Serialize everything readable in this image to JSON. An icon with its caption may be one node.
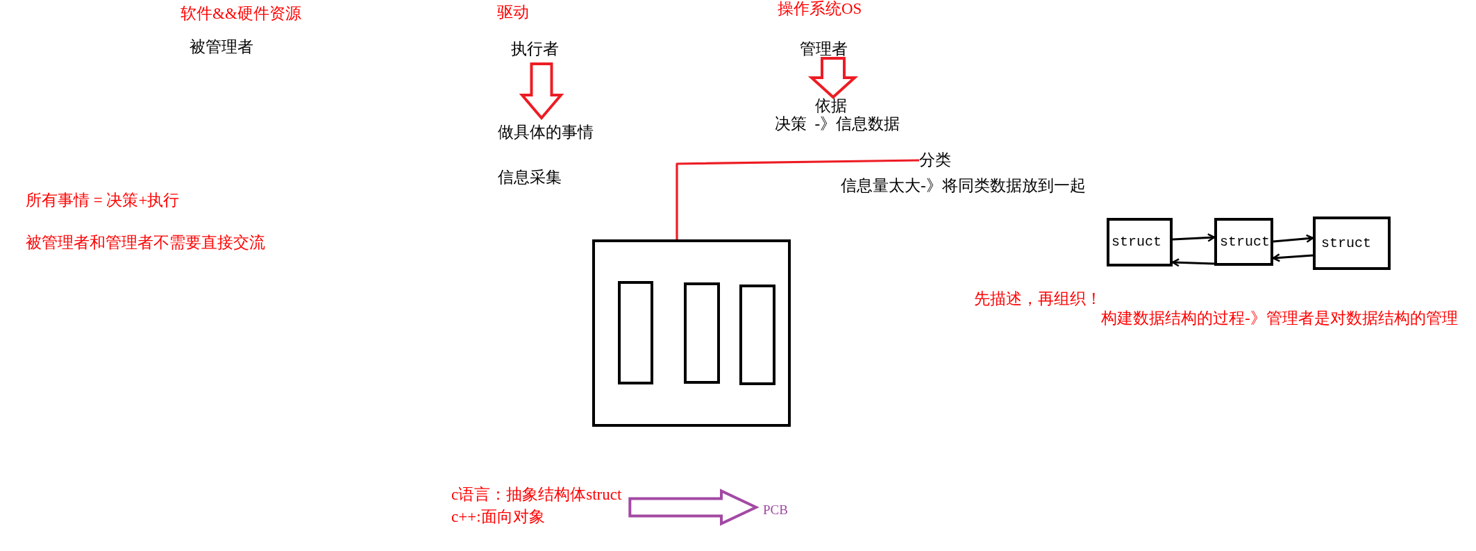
{
  "diagram": {
    "nodes": [
      {
        "text": [
          "执行者"
        ]
      },
      {
        "text": [
          "管理者"
        ]
      },
      {
        "text": [
          "依据"
        ]
      },
      {
        "text": [
          "做具体的事情"
        ]
      },
      {
        "text": [
          "分类"
        ]
      },
      {
        "text": [],
        "shape": "box"
      },
      {
        "text": [],
        "shape": "box",
        "in": 5
      },
      {
        "text": [],
        "shape": "box",
        "in": 5
      },
      {
        "text": [],
        "shape": "box",
        "in": 5
      },
      {
        "text": [
          "struct"
        ]
      },
      {
        "text": [
          "struct"
        ]
      },
      {
        "text": [
          "struct"
        ]
      },
      {
        "text": [
          "c语言：抽象结构体struct",
          "c++:面向对象"
        ]
      },
      {
        "text": [
          "PCB"
        ]
      }
    ],
    "edges": [
      {
        "from": 0,
        "to": 3,
        "arrow": "to",
        "style": "thick",
        "color": "#ed1c24"
      },
      {
        "from": 1,
        "to": 2,
        "arrow": "to",
        "style": "thick",
        "color": "#ed1c24"
      },
      {
        "from": 5,
        "to": 4,
        "arrow": "none",
        "color": "#ed1c24"
      },
      {
        "from": 9,
        "to": 10,
        "arrow": "to"
      },
      {
        "from": 10,
        "to": 9,
        "arrow": "to"
      },
      {
        "from": 10,
        "to": 11,
        "arrow": "to"
      },
      {
        "from": 11,
        "to": 10,
        "arrow": "to"
      },
      {
        "from": 12,
        "to": 13,
        "arrow": "to",
        "style": "thick",
        "color": "#a349a4"
      }
    ],
    "labels": [
      "软件&&硬件资源",
      "驱动",
      "操作系统OS",
      "被管理者",
      "决策  -》信息数据",
      "信息采集",
      "信息量太大-》将同类数据放到一起",
      "所有事情 = 决策+执行",
      "被管理者和管理者不需要直接交流",
      "先描述，再组织！",
      "构建数据结构的过程-》管理者是对数据结构的管理"
    ]
  }
}
